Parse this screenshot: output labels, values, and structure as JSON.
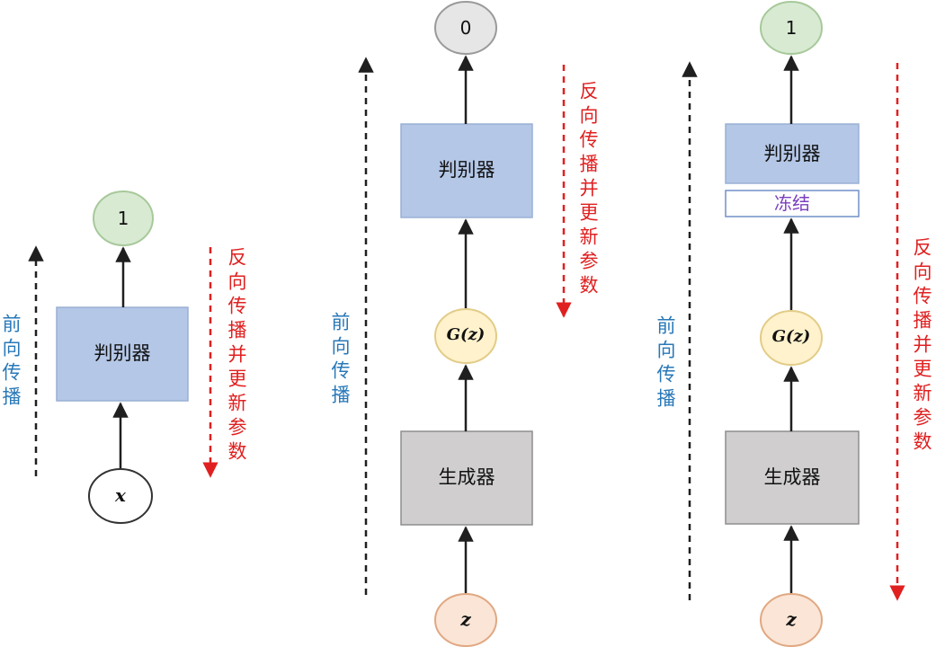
{
  "colors": {
    "discriminator": "#b4c7e7",
    "discriminator_border": "#9ab0d4",
    "generator": "#d0cece",
    "generator_border": "#8e8e8e",
    "node_one": "#d9ead3",
    "node_one_border": "#a7c99a",
    "node_zero": "#e6e6e6",
    "node_zero_border": "#9a9a9a",
    "node_gz": "#fff2cc",
    "node_gz_border": "#e2cc88",
    "node_z": "#fbe5d6",
    "node_z_border": "#e0a882",
    "node_x": "#ffffff",
    "node_x_border": "#333333",
    "freeze_border": "#7090c8",
    "forward": "#1f1f1f",
    "backward": "#e02020"
  },
  "panel1": {
    "output": "1",
    "discriminator": "判别器",
    "input": "x",
    "forward": "前向传播",
    "backward": "反向传播并更新参数"
  },
  "panel2": {
    "output": "0",
    "discriminator": "判别器",
    "gz": "G(z)",
    "generator": "生成器",
    "input": "z",
    "forward": "前向传播",
    "backward": "反向传播并更新参数"
  },
  "panel3": {
    "output": "1",
    "discriminator": "判别器",
    "freeze": "冻结",
    "gz": "G(z)",
    "generator": "生成器",
    "input": "z",
    "forward": "前向传播",
    "backward": "反向传播并更新参数"
  }
}
